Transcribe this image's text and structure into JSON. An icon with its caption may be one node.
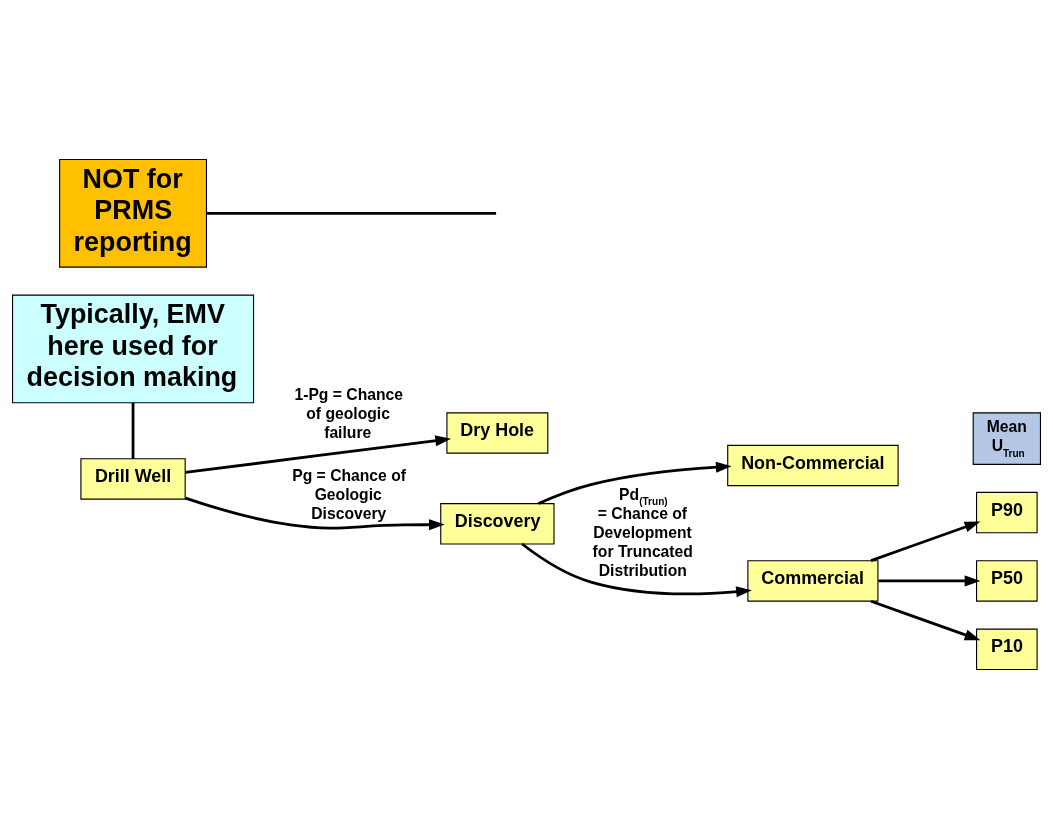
{
  "diagram": {
    "nodes": [
      {
        "text": [
          "Drill Well"
        ]
      },
      {
        "text": [
          "Dry Hole"
        ]
      },
      {
        "text": [
          "Discovery"
        ]
      },
      {
        "text": [
          "Non-Commercial"
        ]
      },
      {
        "text": [
          "Commercial"
        ]
      },
      {
        "text": [
          "P90"
        ]
      },
      {
        "text": [
          "P50"
        ]
      },
      {
        "text": [
          "P10"
        ]
      },
      {
        "text": [
          "Mean U$_{Trun}$"
        ]
      },
      {
        "text": [
          "Typically, EMV here used for decision making"
        ]
      },
      {
        "text": [
          "NOT for PRMS reporting"
        ]
      }
    ],
    "edges": [
      {
        "from": 0,
        "to": 1,
        "arrow": "to",
        "label": "1-Pg = Chance of geologic failure"
      },
      {
        "from": 0,
        "to": 2,
        "arrow": "to",
        "label": "Pg = Chance of Geologic Discovery"
      },
      {
        "from": 2,
        "to": 3,
        "arrow": "to"
      },
      {
        "from": 2,
        "to": 4,
        "arrow": "to",
        "label": "Pd$_{(Trun)}$ = Chance of Development for Truncated Distribution"
      },
      {
        "from": 4,
        "to": 5,
        "arrow": "to"
      },
      {
        "from": 4,
        "to": 6,
        "arrow": "to"
      },
      {
        "from": 4,
        "to": 7,
        "arrow": "to"
      },
      {
        "from": 9,
        "to": 0,
        "arrow": "none"
      },
      {
        "from": 10,
        "to": null,
        "arrow": "none"
      }
    ]
  }
}
